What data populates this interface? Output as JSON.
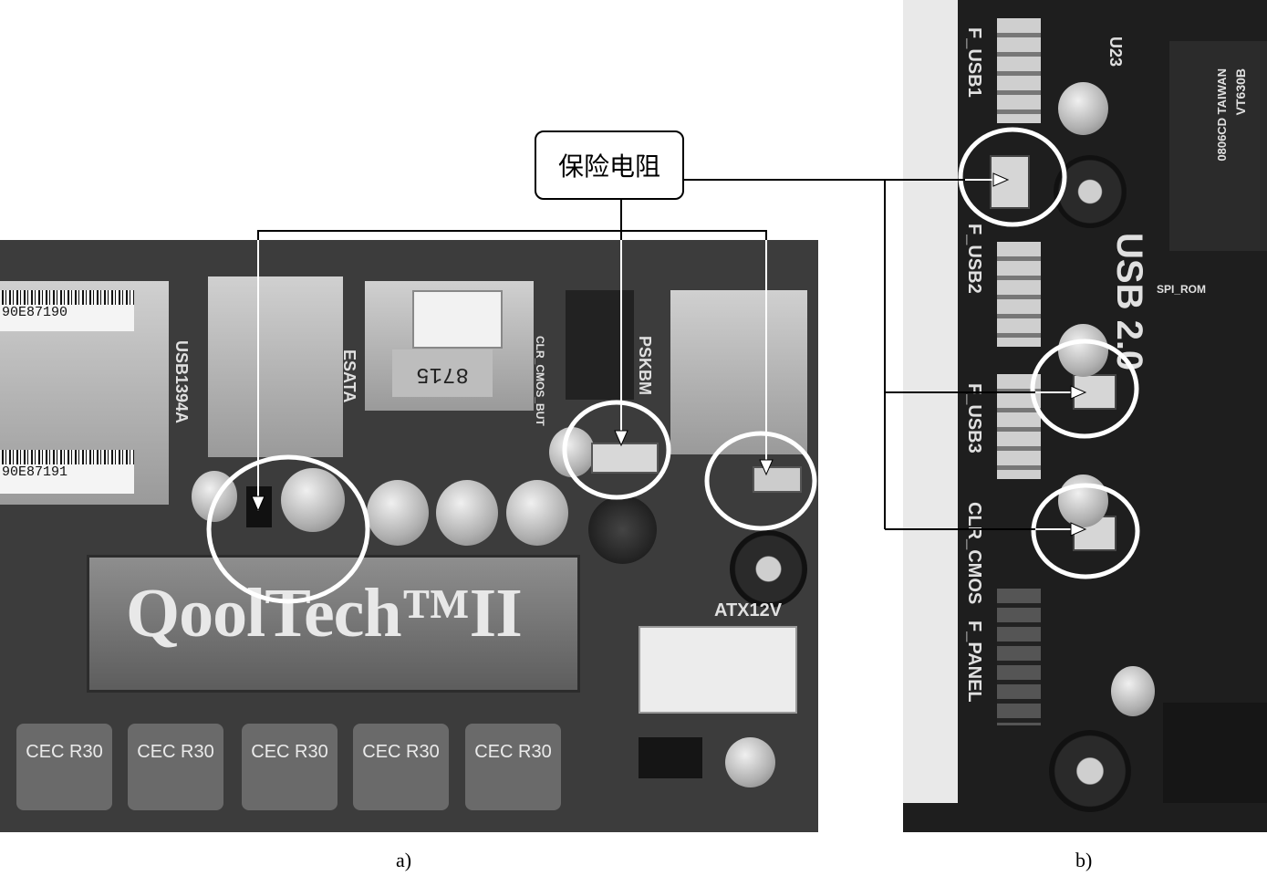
{
  "callout_label": "保险电阻",
  "panel_a": {
    "caption": "a)",
    "barcodes": [
      "90E87190",
      "90E87191"
    ],
    "board_labels": {
      "usb1394a": "USB1394A",
      "esata": "ESATA",
      "pskb": "PSKBM",
      "clr_cmos_but": "CLR_CMOS_BUT",
      "atx12v": "ATX12V",
      "usb_port_code": "8715",
      "heatsink": "QoolTech™II"
    },
    "inductor_label": "CEC R30",
    "inductor_count": 5
  },
  "panel_b": {
    "caption": "b)",
    "board_labels": {
      "f_usb1": "F_USB1",
      "f_usb2": "F_USB2",
      "f_usb3": "F_USB3",
      "clr_cmos": "CLR_CMOS",
      "f_panel": "F_PANEL",
      "u23": "U23",
      "usb20": "USB 2.0",
      "spi_rom": "SPI_ROM",
      "chip_line1": "VT630B",
      "chip_line2": "0806CD TAIWAN"
    }
  }
}
